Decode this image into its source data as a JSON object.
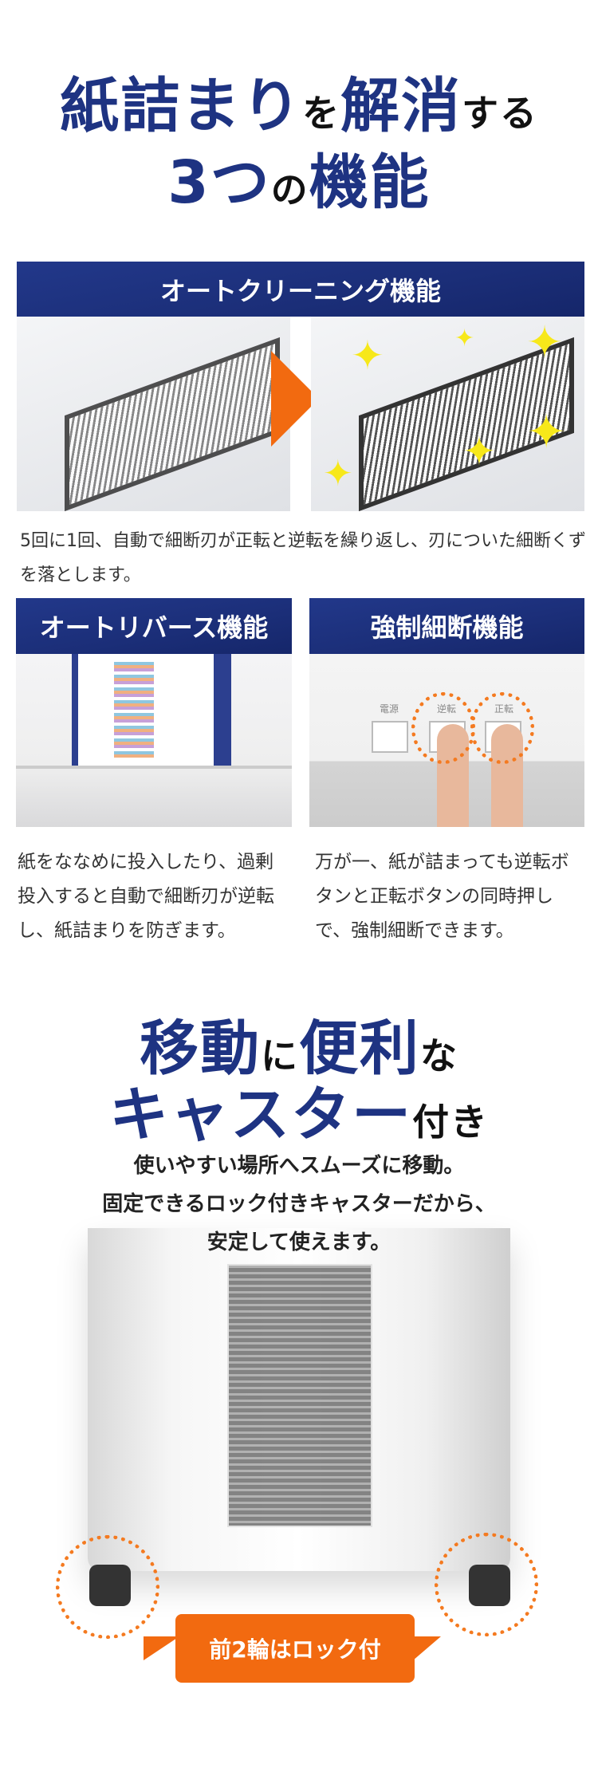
{
  "section1": {
    "title_line1": [
      {
        "t": "紙詰まり",
        "accent": true
      },
      {
        "t": "を",
        "accent": false
      },
      {
        "t": "解消",
        "accent": true
      },
      {
        "t": "する",
        "accent": false
      }
    ],
    "title_line2": [
      {
        "t": "3つ",
        "accent": true
      },
      {
        "t": "の",
        "accent": false
      },
      {
        "t": "機能",
        "accent": true
      }
    ],
    "features": [
      {
        "label": "オートクリーニング機能",
        "description": "5回に1回、自動で細断刃が正転と逆転を繰り返し、刃についた細断くずを落とします。"
      },
      {
        "label": "オートリバース機能",
        "description": "紙をななめに投入したり、過剰投入すると自動で細断刃が逆転し、紙詰まりを防ぎます。"
      },
      {
        "label": "強制細断機能",
        "description": "万が一、紙が詰まっても逆転ボタンと正転ボタンの同時押しで、強制細断できます。",
        "photo_labels": {
          "power": "電源",
          "reverse": "逆転",
          "forward": "正転"
        }
      }
    ]
  },
  "section2": {
    "title_line1": [
      {
        "t": "移動",
        "accent": true
      },
      {
        "t": "に",
        "accent": false
      },
      {
        "t": "便利",
        "accent": true
      },
      {
        "t": "な",
        "accent": false
      }
    ],
    "title_line2": [
      {
        "t": "キャスター",
        "accent": true
      },
      {
        "t": "付き",
        "accent": false
      }
    ],
    "description_lines": [
      "使いやすい場所へスムーズに移動。",
      "固定できるロック付きキャスターだから、",
      "安定して使えます。"
    ],
    "callout": "前2輪はロック付"
  },
  "colors": {
    "navy": "#1e3382",
    "orange": "#f26a10",
    "dots": "#f47a20",
    "sparkle": "#f7e81a"
  }
}
